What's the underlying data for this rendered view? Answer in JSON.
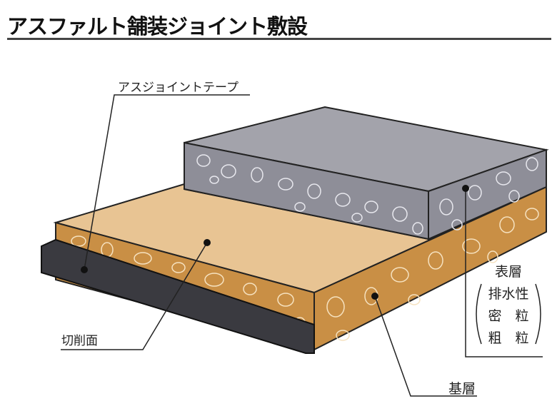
{
  "title": "アスファルト舗装ジョイント敷設",
  "labels": {
    "tape": "アスジョイントテープ",
    "cut_face": "切削面",
    "base_layer": "基層",
    "surface_layer": "表層",
    "surface_types": [
      "排水性",
      "密　粒",
      "粗　粒"
    ]
  },
  "colors": {
    "surface": "#8e8e98",
    "surface_top": "#a3a3ab",
    "base_top": "#e8c493",
    "base_side": "#c98f45",
    "tape": "#3a3a40"
  }
}
